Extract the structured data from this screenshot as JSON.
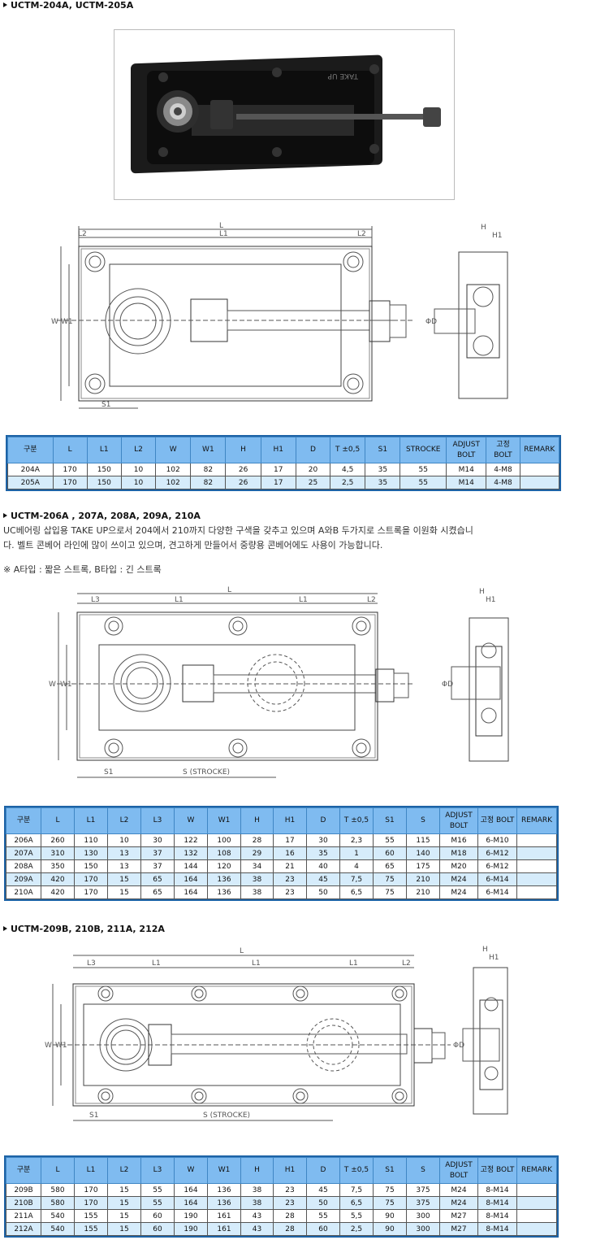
{
  "sections": [
    {
      "title": "UCTM-204A, UCTM-205A",
      "table": {
        "headers": [
          "구분",
          "L",
          "L1",
          "L2",
          "W",
          "W1",
          "H",
          "H1",
          "D",
          "T ±0,5",
          "S1",
          "STROCKE",
          "ADJUST BOLT",
          "고정 BOLT",
          "REMARK"
        ],
        "rows": [
          [
            "204A",
            "170",
            "150",
            "10",
            "102",
            "82",
            "26",
            "17",
            "20",
            "4,5",
            "35",
            "55",
            "M14",
            "4-M8",
            ""
          ],
          [
            "205A",
            "170",
            "150",
            "10",
            "102",
            "82",
            "26",
            "17",
            "25",
            "2,5",
            "35",
            "55",
            "M14",
            "4-M8",
            ""
          ]
        ]
      }
    },
    {
      "title": "UCTM-206A , 207A, 208A, 209A, 210A",
      "description": [
        "UC베어링 삽입용 TAKE UP으로서 204에서 210까지 다양한 구색을 갖추고 있으며 A와B 두가지로 스트록을 이원화 시켰습니",
        "다. 벨트 콘베어 라인에 많이 쓰이고 있으며, 견고하게 만들어서 중량용 콘베어에도 사용이 가능합니다."
      ],
      "note": "※ A타입 : 짧은 스트록, B타입 : 긴 스트록",
      "table": {
        "headers": [
          "구분",
          "L",
          "L1",
          "L2",
          "L3",
          "W",
          "W1",
          "H",
          "H1",
          "D",
          "T ±0,5",
          "S1",
          "S",
          "ADJUST BOLT",
          "고정 BOLT",
          "REMARK"
        ],
        "rows": [
          [
            "206A",
            "260",
            "110",
            "10",
            "30",
            "122",
            "100",
            "28",
            "17",
            "30",
            "2,3",
            "55",
            "115",
            "M16",
            "6-M10",
            ""
          ],
          [
            "207A",
            "310",
            "130",
            "13",
            "37",
            "132",
            "108",
            "29",
            "16",
            "35",
            "1",
            "60",
            "140",
            "M18",
            "6-M12",
            ""
          ],
          [
            "208A",
            "350",
            "150",
            "13",
            "37",
            "144",
            "120",
            "34",
            "21",
            "40",
            "4",
            "65",
            "175",
            "M20",
            "6-M12",
            ""
          ],
          [
            "209A",
            "420",
            "170",
            "15",
            "65",
            "164",
            "136",
            "38",
            "23",
            "45",
            "7,5",
            "75",
            "210",
            "M24",
            "6-M14",
            ""
          ],
          [
            "210A",
            "420",
            "170",
            "15",
            "65",
            "164",
            "136",
            "38",
            "23",
            "50",
            "6,5",
            "75",
            "210",
            "M24",
            "6-M14",
            ""
          ]
        ]
      }
    },
    {
      "title": "UCTM-209B, 210B, 211A, 212A",
      "table": {
        "headers": [
          "구분",
          "L",
          "L1",
          "L2",
          "L3",
          "W",
          "W1",
          "H",
          "H1",
          "D",
          "T ±0,5",
          "S1",
          "S",
          "ADJUST BOLT",
          "고정 BOLT",
          "REMARK"
        ],
        "rows": [
          [
            "209B",
            "580",
            "170",
            "15",
            "55",
            "164",
            "136",
            "38",
            "23",
            "45",
            "7,5",
            "75",
            "375",
            "M24",
            "8-M14",
            ""
          ],
          [
            "210B",
            "580",
            "170",
            "15",
            "55",
            "164",
            "136",
            "38",
            "23",
            "50",
            "6,5",
            "75",
            "375",
            "M24",
            "8-M14",
            ""
          ],
          [
            "211A",
            "540",
            "155",
            "15",
            "60",
            "190",
            "161",
            "43",
            "28",
            "55",
            "5,5",
            "90",
            "300",
            "M27",
            "8-M14",
            ""
          ],
          [
            "212A",
            "540",
            "155",
            "15",
            "60",
            "190",
            "161",
            "43",
            "28",
            "60",
            "2,5",
            "90",
            "300",
            "M27",
            "8-M14",
            ""
          ]
        ]
      }
    }
  ],
  "photo": {
    "marking": "TAKE UP"
  },
  "drawing_labels": {
    "d1": {
      "L": "L",
      "L1": "L1",
      "L2": "L2",
      "W": "W",
      "W1": "W1",
      "S1": "S1",
      "H": "H",
      "H1": "H1",
      "D": "ΦD"
    },
    "d2": {
      "L": "L",
      "L1": "L1",
      "L2": "L2",
      "L3": "L3",
      "W": "W",
      "W1": "W1",
      "S1": "S1",
      "S": "S (STROCKE)",
      "H": "H",
      "H1": "H1",
      "D": "ΦD"
    },
    "d3": {
      "L": "L",
      "L1": "L1",
      "L2": "L2",
      "L3": "L3",
      "W": "W",
      "W1": "W1",
      "S1": "S1",
      "S": "S (STROCKE)",
      "H": "H",
      "H1": "H1",
      "D": "ΦD"
    }
  },
  "colors": {
    "header_bg": "#7fbbf0",
    "alt_row_bg": "#d6ecfb",
    "table_border": "#1d63a6"
  }
}
